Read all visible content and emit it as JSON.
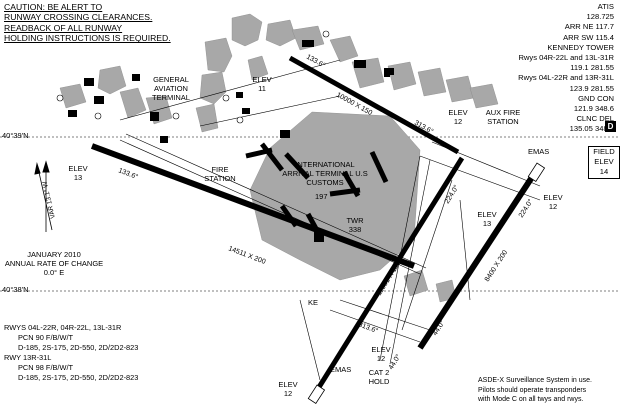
{
  "caution": {
    "line1": "CAUTION: BE ALERT TO",
    "line2": "RUNWAY CROSSING CLEARANCES.",
    "line3": "READBACK OF ALL RUNWAY",
    "line4": "HOLDING INSTRUCTIONS IS REQUIRED."
  },
  "frequencies": [
    "ATIS",
    "128.725",
    "ARR NE 117.7",
    "ARR SW 115.4",
    "KENNEDY TOWER",
    "Rwys 04R-22L and 13L-31R",
    "119.1  281.55",
    "Rwys 04L-22R and 13R-31L",
    "123.9  281.55",
    "GND CON",
    "121.9  348.6",
    "CLNC DEL",
    "135.05  348.6"
  ],
  "chart_code": "D",
  "field_elev": {
    "line1": "FIELD",
    "line2": "ELEV",
    "value": "14"
  },
  "coordinates": {
    "lat_upper": "40°39'N",
    "lat_lower": "40°38'N"
  },
  "magvar": {
    "label": "VAR 13.1° W",
    "date": "JANUARY 2010",
    "rate_label": "ANNUAL RATE OF CHANGE",
    "rate_value": "0.0° E"
  },
  "labels": {
    "general_aviation": "GENERAL AVIATION TERMINAL",
    "fire_station": "FIRE STATION",
    "intl_arrival": "INTERNATIONAL ARRIVAL TERMINAL U.S CUSTOMS",
    "aux_fire": "AUX FIRE STATION",
    "emas_top": "EMAS",
    "emas_bottom": "EMAS",
    "twr": "TWR",
    "twr_elev": "338",
    "bldg_197": "197",
    "cat2_hold": "CAT 2 HOLD",
    "ke": "KE"
  },
  "elevations": {
    "elev_nw": {
      "label": "ELEV",
      "value": "11"
    },
    "elev_w": {
      "label": "ELEV",
      "value": "13"
    },
    "elev_ne_top": {
      "label": "ELEV",
      "value": "12"
    },
    "elev_e": {
      "label": "ELEV",
      "value": "12"
    },
    "elev_mid_right": {
      "label": "ELEV",
      "value": "13"
    },
    "elev_bottom_mid": {
      "label": "ELEV",
      "value": "12"
    },
    "elev_bottom_left": {
      "label": "ELEV",
      "value": "12"
    }
  },
  "runways": {
    "r13l_31r": {
      "dims": "10000 X 150",
      "hdg_start": "133.6°",
      "hdg_end": "313.6°"
    },
    "r13r_31l": {
      "dims": "14511 X 200",
      "hdg_start": "133.6°",
      "hdg_end": "313.6°"
    },
    "r04l_22r": {
      "dims": "11351 X 150",
      "hdg_start": "44.0°",
      "hdg_end": "224.0°"
    },
    "r04r_22l": {
      "dims": "8400 X 200",
      "hdg_start": "44.0°",
      "hdg_end": "224.0°"
    }
  },
  "pcn": {
    "group1_title": "RWYS 04L-22R, 04R-22L, 13L-31R",
    "group1_pcn": "PCN 90 F/B/W/T",
    "group1_gear": "D-185, 2S-175, 2D-550, 2D/2D2-823",
    "group2_title": "RWY 13R-31L",
    "group2_pcn": "PCN 98 F/B/W/T",
    "group2_gear": "D-185, 2S-175, 2D-550, 2D/2D2-823"
  },
  "asde_note": {
    "line1": "ASDE-X Surveillance System in use.",
    "line2": "Pilots should operate transponders",
    "line3": "with Mode C on all twys and rwys."
  },
  "colors": {
    "terminal_gray": "#a8a8a8",
    "runway_black": "#000000"
  }
}
